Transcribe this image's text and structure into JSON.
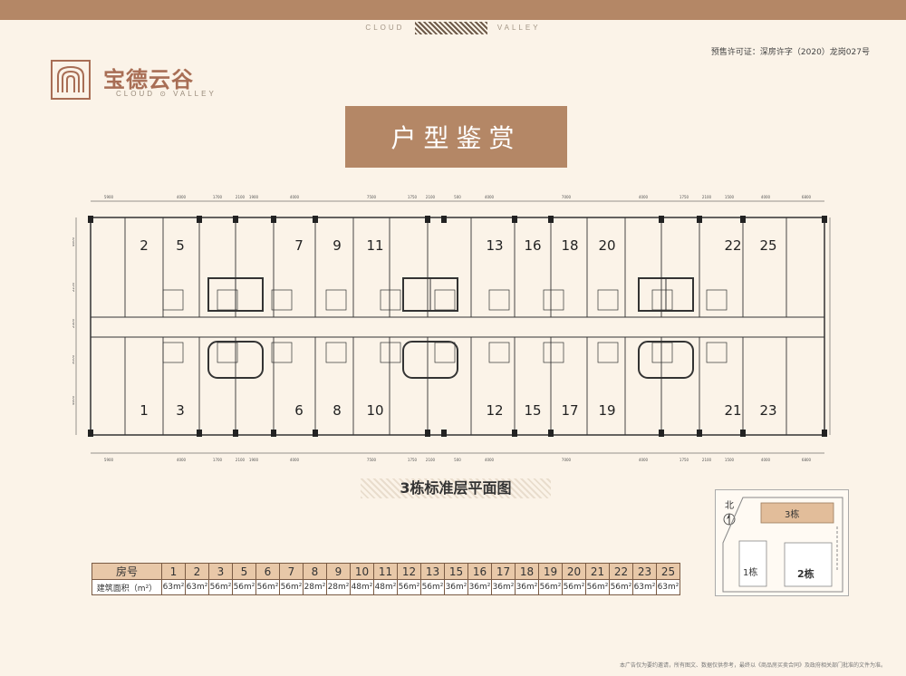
{
  "header": {
    "brand_en": "CLOUD VALLEY",
    "brand_left": "CLOUD",
    "brand_right": "VALLEY",
    "permit": "预售许可证：深房许字（2020）龙岗027号"
  },
  "logo": {
    "name": "宝德云谷",
    "en": "CLOUD ⊙ VALLEY",
    "icon": "fingerprint-frame-icon"
  },
  "title": "户型鉴赏",
  "plan": {
    "subtitle": "3栋标准层平面图",
    "top_units": [
      "2",
      "5",
      "7",
      "9",
      "11",
      "13",
      "16",
      "18",
      "20",
      "22",
      "25"
    ],
    "bottom_units": [
      "1",
      "3",
      "6",
      "8",
      "10",
      "12",
      "15",
      "17",
      "19",
      "21",
      "23"
    ],
    "dims_top": [
      "5900",
      "4000",
      "1700",
      "2100",
      "1900",
      "4000",
      "7500",
      "1750",
      "2100",
      "500",
      "4000",
      "7000",
      "4000",
      "1750",
      "2100",
      "1500",
      "4000",
      "6800"
    ],
    "dims_left": [
      "4600",
      "2250",
      "2400",
      "3000",
      "4600"
    ]
  },
  "table": {
    "room_label": "房号",
    "area_label": "建筑面积（m²）",
    "rooms": [
      "1",
      "2",
      "3",
      "5",
      "6",
      "7",
      "8",
      "9",
      "10",
      "11",
      "12",
      "13",
      "15",
      "16",
      "17",
      "18",
      "19",
      "20",
      "21",
      "22",
      "23",
      "25"
    ],
    "areas": [
      "63m²",
      "63m²",
      "56m²",
      "56m²",
      "56m²",
      "56m²",
      "28m²",
      "28m²",
      "48m²",
      "48m²",
      "56m²",
      "56m²",
      "36m²",
      "36m²",
      "36m²",
      "36m²",
      "56m²",
      "56m²",
      "56m²",
      "56m²",
      "63m²",
      "63m²"
    ]
  },
  "site": {
    "north": "北",
    "b3": "3栋",
    "b1": "1栋",
    "b2": "2栋"
  },
  "footnote": "本广告仅为要约邀请，所有图文、数据仅供参考，最终以《商品房买卖合同》及政府相关部门批准的文件为准。",
  "colors": {
    "accent": "#b48766",
    "background": "#fbf3e8",
    "header_cell": "#e8c8a8"
  }
}
